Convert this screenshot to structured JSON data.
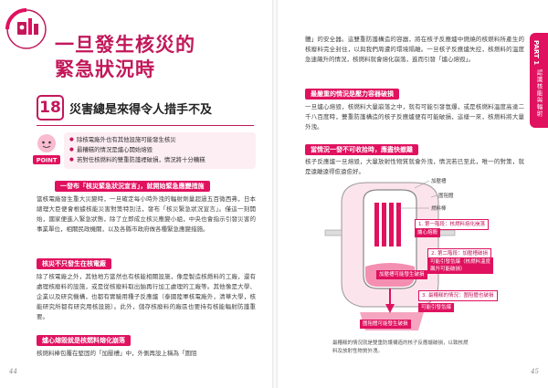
{
  "left_page": {
    "chapter_title_line1": "一旦發生核災的",
    "chapter_title_line2": "緊急狀況時",
    "section_number": "18",
    "section_title": "災害總是來得令人措手不及",
    "point_badge": "POINT",
    "points": [
      "除核電廠外也有其他設施可能發生核災",
      "最糟糕的情況是爐心開始熔毀",
      "若對任核燃料的雙重防護裡破損，情況將十分糟糕"
    ],
    "sub1": "一發布「核災緊急狀況宣言」，就開始緊急應變措施",
    "para1": "當核電廠發生重大災變時，一旦確定每小時外洩的輻射劑量超過五百微西弗，日本總理大臣便會根據核能災害對策特別法，發布「核災緊急狀況宣言」。僅這一刻開始，國家便進入緊急狀態，除了立即成立核災應變小組，中央也會指示引發災害的事業單位，相關民政機關，以及各縣市政府做各種緊急應變措施。",
    "sub2": "核災不只發生在核電廠",
    "para2": "除了核電廠之外，其他地方當然也有核能相關設施，像是製造核燃料的工廠，還有處理核廢料的設施，或是從核廢料取出鈾再行加工處理的工廠等。其他像是大學、企業以及研究機構，也都有實驗用種子反應爐（泰國陸軍核電廠外，清華大學，核能研究所都有研究用核設施）。此外，儲存核廢料的廠區也要持有核能輻射防護重要。",
    "sub3": "爐心熔毀就是核燃料熔化崩落",
    "para3": "核燃料棒包覆在堅固的「加壓槽」中，外側再設上稱為「圍阻",
    "page_number": "44"
  },
  "right_page": {
    "part_label": "PART 1",
    "part_title": "認識核能與輻射",
    "para1": "體」的安全器。這雙重防護構造的容器，將在核子反應爐中燃燒的核燃料所產生的核廢料完全封住，以與我們周遭的環境隔離。一旦核子反應爐失控，核燃料的溫度急速飆升的情況，核燃料就會熔化崩落，進而引發「爐心熔毀」。",
    "sub1": "最嚴重的情況是壓力容器破損",
    "para2": "一旦爐心熔毀，核燃料大量崩落之中，就有可能引發氫爆，或是核燃料溫度高達二千八百度時，雙重防護構造的核子反應爐便有可能破損，這樣一來，核燃料將大量外洩。",
    "sub2": "當情況一發不可收拾時，應盡快撤離",
    "para3": "核子反應爐一旦熔毀，大量放射性物質就會外洩，情況若已至此，唯一的對策，就是遠離遠得愈遠愈好。",
    "diagram": {
      "label_vessel": "加壓槽",
      "label_containment": "圍阻體",
      "label_fuel": "燃料棒",
      "step1": "1. 第一階段：核燃料熔化崩落",
      "step1_b": "爐心熔毀",
      "step2": "2. 第二階段：加壓槽破損",
      "step2_b": "可能引發氫爆（核燃料溫度飆升可能破損）",
      "step2_c": "加壓槽可能發生破損",
      "step3": "3. 最糟糕的情況：圍阻體也破損",
      "step3_b": "圍阻體可能發生破損",
      "step3_c": "可能引發氫爆"
    },
    "caption": "最糟糕的情況就是雙重防護構造的核子反應爐破損，以致核燃料及放射性物質外洩。",
    "page_number": "45"
  }
}
